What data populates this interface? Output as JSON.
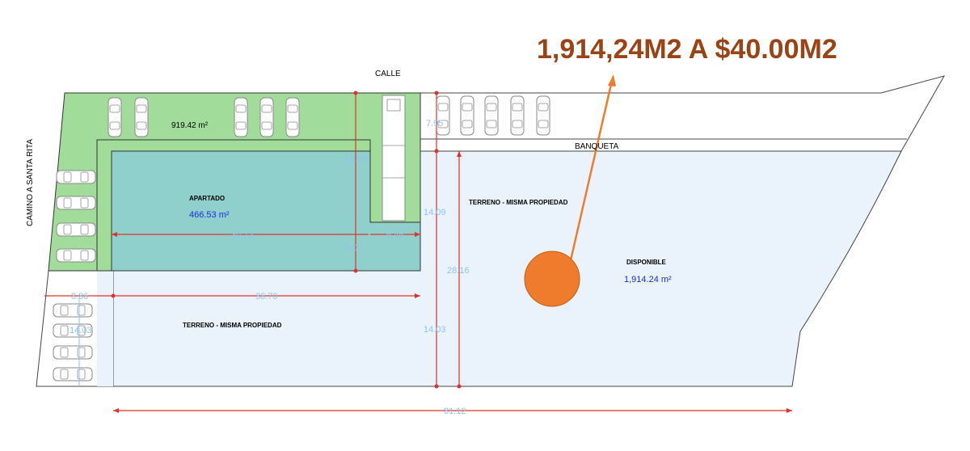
{
  "headline": "1,914,24M2 A $40.00M2",
  "labels": {
    "street": "CALLE",
    "sidewalk": "BANQUETA",
    "road": "CAMINO A SANTA RITA",
    "reserved": "APARTADO",
    "same_property_top": "TERRENO - MISMA PROPIEDAD",
    "same_property_bottom": "TERRENO - MISMA PROPIEDAD",
    "available": "DISPONIBLE"
  },
  "areas": {
    "green": "919.42 m²",
    "reserved": "466.53 m²",
    "available": "1,914.24 m²"
  },
  "dimensions": {
    "d_7_95": "7.95",
    "d_14_09": "14.09",
    "d_28_16": "28.16",
    "d_14_03": "14.03",
    "d_36_70": "36.70",
    "d_8_86": "8.86",
    "d_81_12": "81.12",
    "d_30_72": "30.72",
    "d_6_45": "6.45",
    "d_left_vert": "14.03",
    "d_inner_vert": "16.00",
    "d_small_vert": "5.07"
  },
  "colors": {
    "green_zone": "#a2dc9a",
    "reserved_zone": "#8fd0cd",
    "available_zone": "#eaf3fc",
    "dimension_line": "#e0322c",
    "marker": "#ef7b2c",
    "headline": "#9a4416"
  }
}
